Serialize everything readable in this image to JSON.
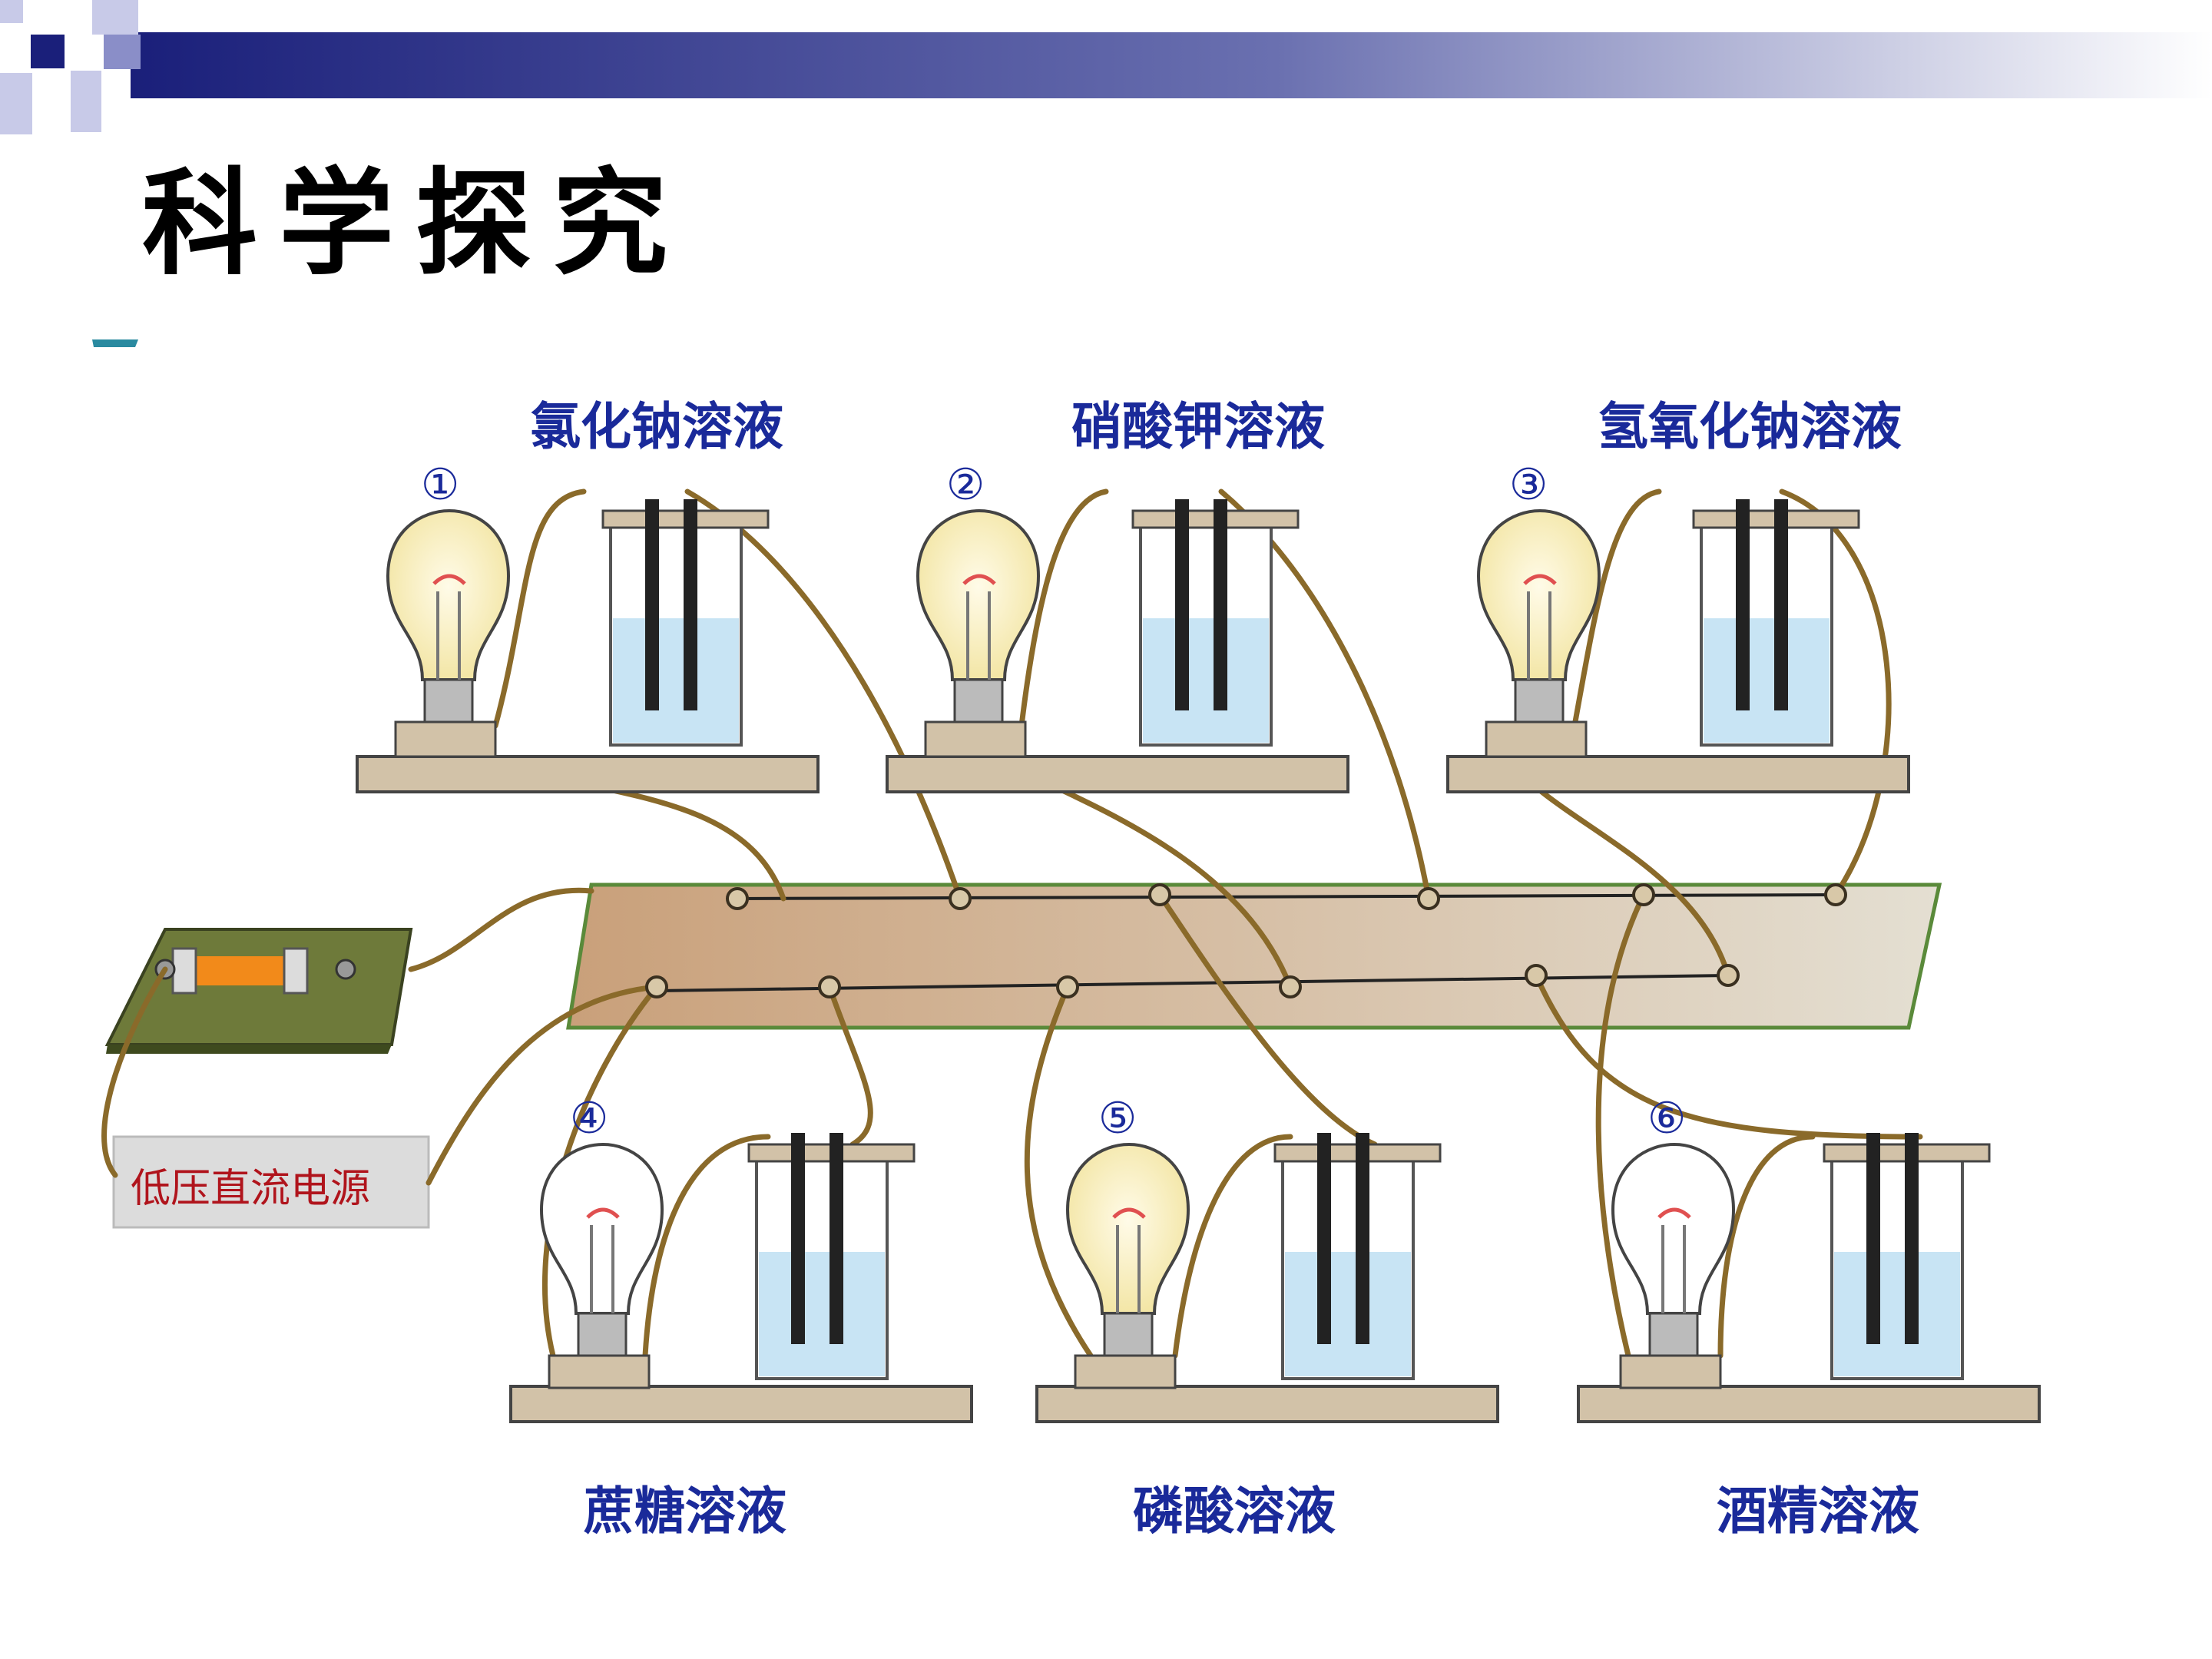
{
  "slide": {
    "title": "科学探究",
    "colors": {
      "navy": "#1a1f7a",
      "solution_label": "#1a2a9a",
      "power_label": "#b0141c",
      "wire": "#8a6a2a",
      "liquid": "#c8e4f4"
    }
  },
  "experiment": {
    "power_supply_label": "低压直流电源",
    "setups": [
      {
        "number": "①",
        "solution": "氯化钠溶液"
      },
      {
        "number": "②",
        "solution": "硝酸钾溶液"
      },
      {
        "number": "③",
        "solution": "氢氧化钠溶液"
      },
      {
        "number": "④",
        "solution": "蔗糖溶液"
      },
      {
        "number": "⑤",
        "solution": "磷酸溶液"
      },
      {
        "number": "⑥",
        "solution": "酒精溶液"
      }
    ]
  }
}
